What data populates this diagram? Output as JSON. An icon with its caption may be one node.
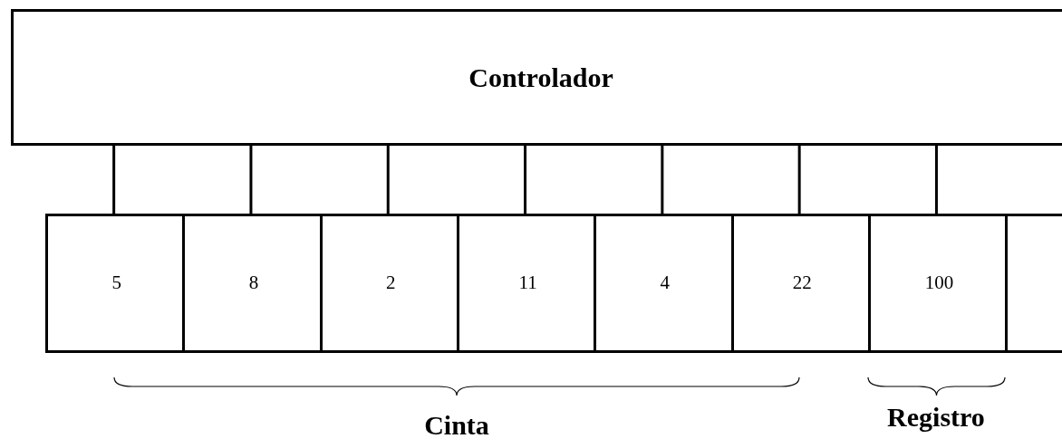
{
  "diagram": {
    "nodes": [
      {
        "text": [
          "Controlador"
        ]
      },
      {
        "text": [
          "5"
        ]
      },
      {
        "text": [
          "8"
        ]
      },
      {
        "text": [
          "2"
        ]
      },
      {
        "text": [
          "11"
        ]
      },
      {
        "text": [
          "4"
        ]
      },
      {
        "text": [
          "22"
        ]
      },
      {
        "text": [
          "100"
        ]
      },
      {
        "text": [],
        "shape": "box"
      }
    ],
    "edges": [
      {
        "from": 0,
        "to": 1,
        "arrow": "none"
      },
      {
        "from": 0,
        "to": 2,
        "arrow": "none"
      },
      {
        "from": 0,
        "to": 3,
        "arrow": "none"
      },
      {
        "from": 0,
        "to": 4,
        "arrow": "none"
      },
      {
        "from": 0,
        "to": 5,
        "arrow": "none"
      },
      {
        "from": 0,
        "to": 6,
        "arrow": "none"
      },
      {
        "from": 0,
        "to": 7,
        "arrow": "none"
      }
    ],
    "labels": [
      "Cinta",
      "Registro"
    ]
  }
}
